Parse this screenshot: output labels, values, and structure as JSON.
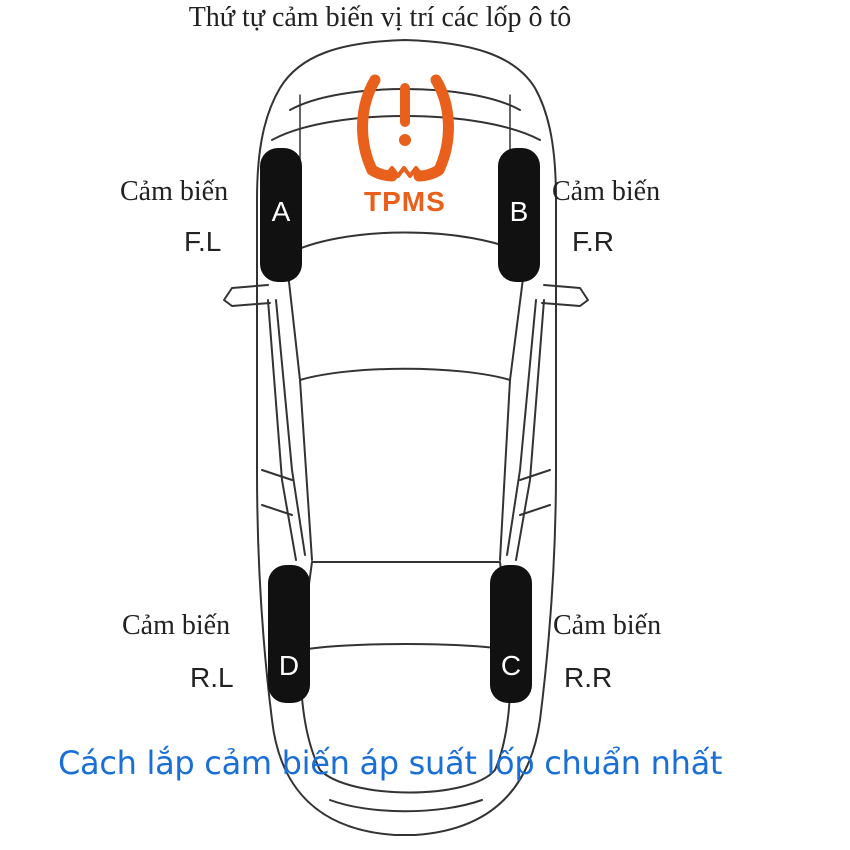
{
  "title": "Thứ tự cảm biến vị trí các lốp ô tô",
  "icon": {
    "name": "tpms-warning-icon",
    "color": "#e8601c",
    "label": "TPMS"
  },
  "sensors": {
    "front_left": {
      "heading": "Cảm biến",
      "position": "F.L",
      "tire": "A"
    },
    "front_right": {
      "heading": "Cảm biến",
      "position": "F.R",
      "tire": "B"
    },
    "rear_left": {
      "heading": "Cảm biến",
      "position": "R.L",
      "tire": "D"
    },
    "rear_right": {
      "heading": "Cảm biến",
      "position": "R.R",
      "tire": "C"
    }
  },
  "caption": {
    "text": "Cách lắp cảm biến áp suất lốp chuẩn nhất",
    "color": "#1a6fd6"
  }
}
